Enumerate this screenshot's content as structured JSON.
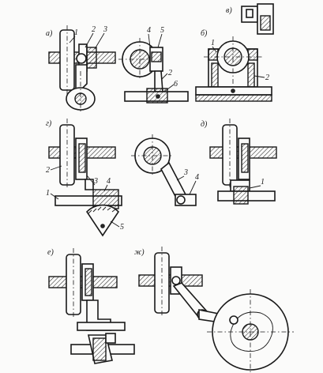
{
  "panels": {
    "a": {
      "label": "а)",
      "numbers": [
        "1",
        "2",
        "3"
      ]
    },
    "a2": {
      "numbers": [
        "4",
        "5",
        "2",
        "6"
      ]
    },
    "b": {
      "label": "б)",
      "numbers": [
        "1",
        "2"
      ]
    },
    "v": {
      "label": "в)"
    },
    "g": {
      "label": "г)",
      "numbers": [
        "2",
        "3",
        "4",
        "1",
        "5"
      ]
    },
    "g2": {
      "numbers": [
        "3",
        "4"
      ]
    },
    "d": {
      "label": "д)",
      "numbers": [
        "1"
      ]
    },
    "e": {
      "label": "е)"
    },
    "zh": {
      "label": "ж)"
    }
  }
}
